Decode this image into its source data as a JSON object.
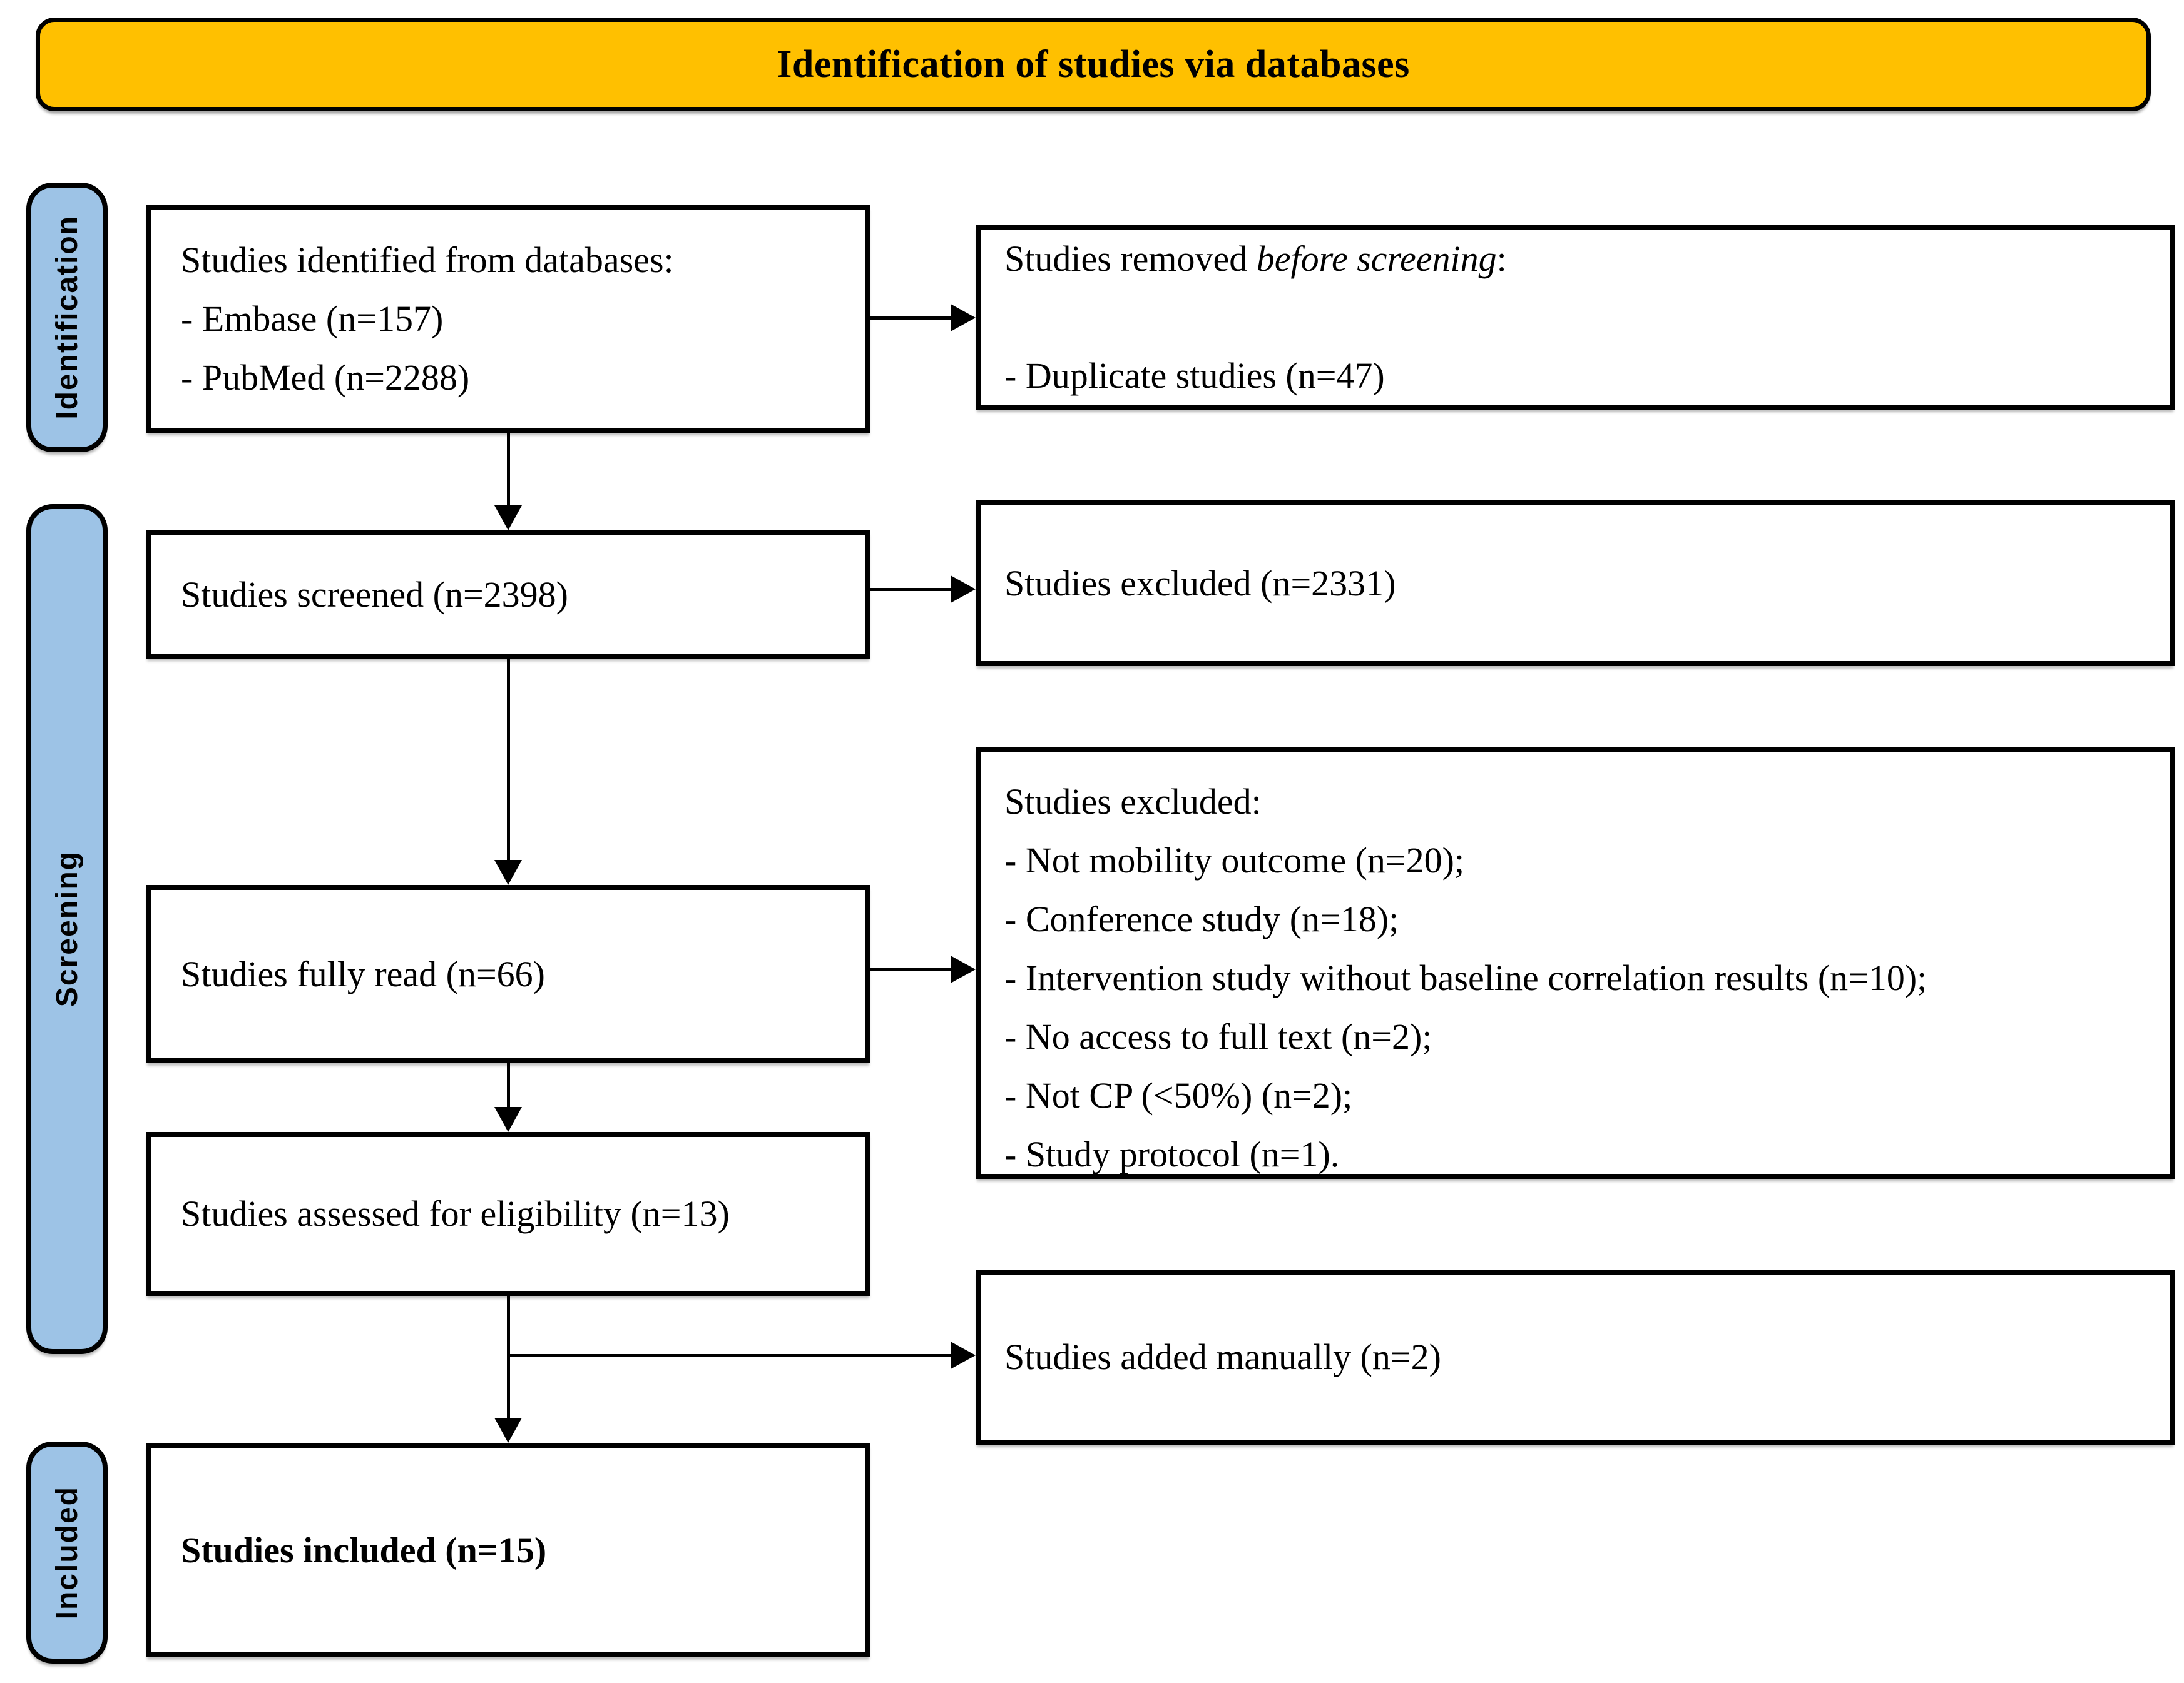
{
  "colors": {
    "banner_bg": "#FFC000",
    "tab_bg": "#9DC3E6",
    "line": "#000000",
    "box_bg": "#FFFFFF"
  },
  "banner": {
    "title": "Identification of studies via databases"
  },
  "sidebar": {
    "tabs": [
      {
        "label": "Identification"
      },
      {
        "label": "Screening"
      },
      {
        "label": "Included"
      }
    ]
  },
  "flow": {
    "identified": {
      "lines": [
        "Studies identified from databases:",
        "- Embase (n=157)",
        "- PubMed (n=2288)"
      ]
    },
    "removed_before_screening": {
      "prefix": "Studies removed ",
      "italic": "before screening",
      "suffix": ":",
      "detail": "- Duplicate studies (n=47)"
    },
    "screened": {
      "label": "Studies screened (n=2398)"
    },
    "excluded_screened": {
      "label": "Studies excluded (n=2331)"
    },
    "fully_read": {
      "label": "Studies fully read (n=66)"
    },
    "excluded_fully_read": {
      "title": "Studies excluded:",
      "items": [
        "- Not mobility outcome (n=20);",
        "- Conference study (n=18);",
        "- Intervention study without baseline correlation results (n=10);",
        "- No access to full text (n=2);",
        "- Not CP (<50%) (n=2);",
        "- Study protocol (n=1)."
      ]
    },
    "assessed": {
      "label": "Studies assessed for eligibility (n=13)"
    },
    "added_manually": {
      "label": "Studies added manually (n=2)"
    },
    "included": {
      "label": "Studies included (n=15)"
    }
  }
}
